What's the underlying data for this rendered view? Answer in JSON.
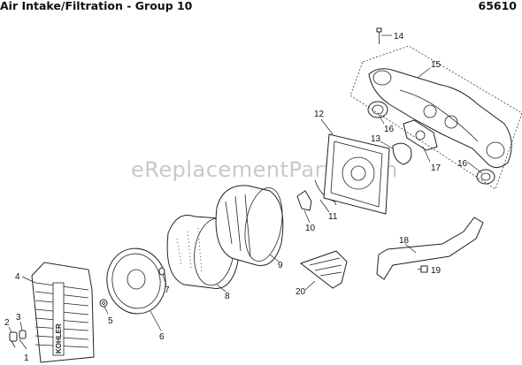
{
  "header": {
    "title": "Air Intake/Filtration - Group 10",
    "doc_number": "65610"
  },
  "watermark": "eReplacementParts.com",
  "logo_text": "KOHLER",
  "callouts": [
    "1",
    "2",
    "3",
    "4",
    "5",
    "6",
    "7",
    "8",
    "9",
    "10",
    "11",
    "12",
    "13",
    "14",
    "15",
    "16",
    "16",
    "17",
    "18",
    "19",
    "20"
  ]
}
